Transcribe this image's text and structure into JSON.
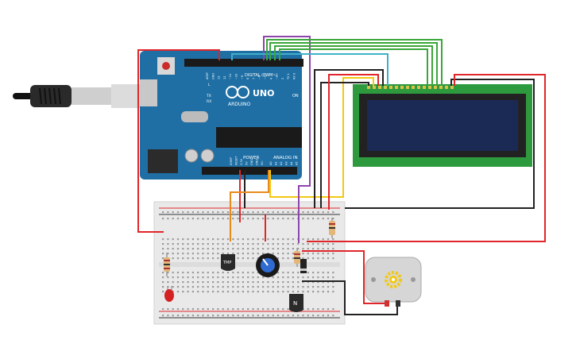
{
  "arduino": {
    "logo": "ARDUINO",
    "model": "UNO",
    "digital_header": "DIGITAL (PWM~)",
    "power_label": "POWER",
    "analog_label": "ANALOG IN",
    "led_on": "ON",
    "tx": "TX",
    "rx": "RX",
    "l": "L",
    "pin_labels_top": [
      "AREF",
      "GND",
      "13",
      "12",
      "~11",
      "~10",
      "~9",
      "8",
      "7",
      "~6",
      "~5",
      "4",
      "~3",
      "2",
      "TX 1",
      "RX 0"
    ],
    "pin_labels_power": [
      "IOREF",
      "RESET",
      "3.3V",
      "5V",
      "GND",
      "GND",
      "Vin"
    ],
    "pin_labels_analog": [
      "A0",
      "A1",
      "A2",
      "A3",
      "A4",
      "A5"
    ]
  },
  "components": {
    "temp_sensor": "TMP",
    "transistor": "N"
  },
  "colors": {
    "board": "#1f6fa5",
    "board_dark": "#16557f",
    "breadboard": "#e9e9e9",
    "lcd_pcb": "#2e9a3e",
    "lcd_screen": "#1b2a55",
    "wire_red": "#e0262a",
    "wire_black": "#222222",
    "wire_orange": "#e88a1a",
    "wire_yellow": "#f2c811",
    "wire_purple": "#8e44ad",
    "wire_green": "#3aa63a",
    "wire_teal": "#3fb0c9",
    "motor_gear": "#f2c811"
  }
}
